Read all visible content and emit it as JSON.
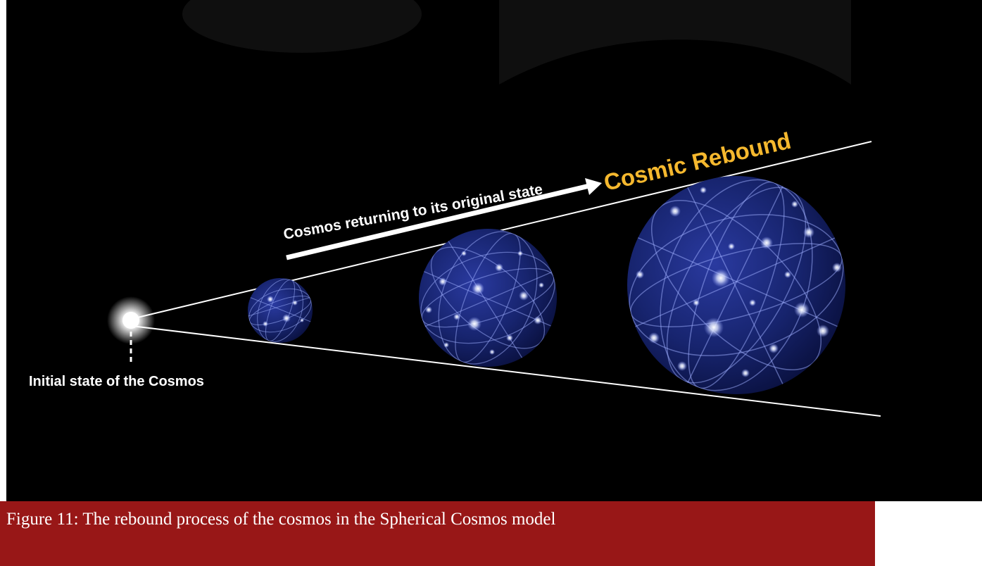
{
  "figure": {
    "labels": {
      "initial_state": "Initial state of the Cosmos",
      "returning": "Cosmos returning to its original state",
      "rebound": "Cosmic Rebound"
    },
    "colors": {
      "background": "#000000",
      "sphere": "#15226e",
      "rebound_label": "#f5b82e",
      "caption_bar": "#981717"
    }
  },
  "caption": {
    "text": "Figure 11: The rebound process of the cosmos in the Spherical Cosmos model"
  }
}
